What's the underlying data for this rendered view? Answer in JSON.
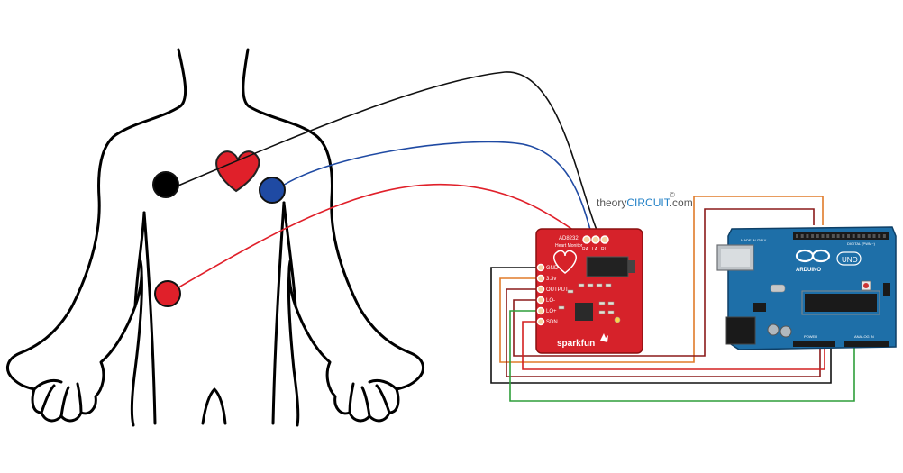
{
  "watermark": {
    "prefix": "theory",
    "highlight": "CIRCUIT",
    "suffix": ".com",
    "copyright": "©"
  },
  "sensor_board": {
    "chip_name": "AD8232",
    "subtitle": "Heart Monitor",
    "brand": "sparkfun",
    "pins": [
      "GND",
      "3.3v",
      "OUTPUT",
      "LO-",
      "LO+",
      "SDN"
    ],
    "top_pins": [
      "RA",
      "LA",
      "RL"
    ],
    "left_labels": [
      "GND",
      "3.3v",
      "OUTPUT",
      "LO-",
      "LO+",
      "SDN"
    ]
  },
  "arduino_board": {
    "logo_text": "ARDUINO",
    "model": "UNO",
    "made_in": "MADE IN ITALY",
    "power_label": "POWER",
    "analog_label": "ANALOG IN",
    "digital_label": "DIGITAL (PWM~)"
  },
  "colors": {
    "black_electrode": "#000000",
    "blue_electrode": "#1f4aa3",
    "red_electrode": "#e0202a",
    "heart": "#e0202a",
    "wire_orange": "#e07b2a",
    "wire_darkred": "#8b1a1a",
    "wire_red": "#d42020",
    "wire_green": "#2e9e3a",
    "wire_black": "#111111",
    "wire_blue": "#1f4aa3",
    "sensor_board": "#d6222a",
    "arduino_board": "#1e6fa8",
    "watermark_text": "#555555",
    "watermark_highlight": "#1f7fc6"
  }
}
